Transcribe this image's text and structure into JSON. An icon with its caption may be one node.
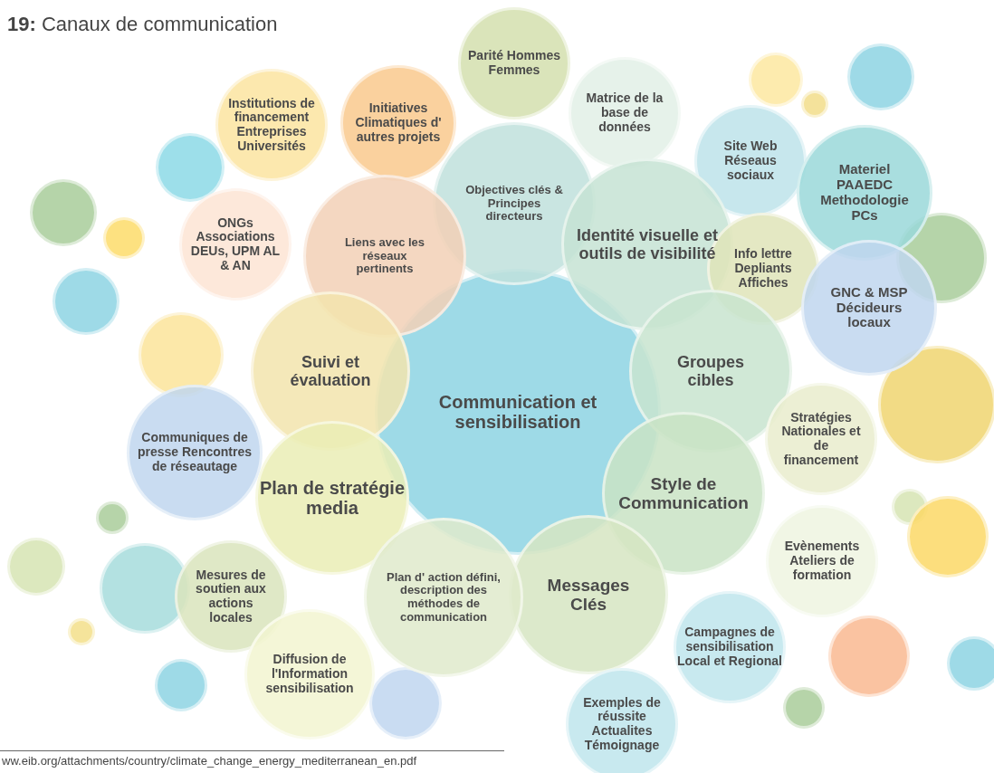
{
  "diagram": {
    "title": "**19:** Canaux de communication",
    "nodes": [
      {
        "text": [
          "Parité Hommes Femmes"
        ]
      },
      {
        "text": [],
        "shape": "circle"
      },
      {
        "text": [],
        "shape": "circle"
      },
      {
        "text": [],
        "shape": "circle"
      },
      {
        "text": [
          "Matrice de la base de données"
        ]
      },
      {
        "text": [
          "Initiatives Climatiques d' autres projets"
        ]
      },
      {
        "text": [
          "Institutions de financement Entreprises Universités"
        ]
      },
      {
        "text": [
          "Site Web Réseaus sociaux"
        ]
      },
      {
        "text": [],
        "shape": "circle"
      },
      {
        "text": [
          "Materiel PAAEDC Methodologie PCs"
        ]
      },
      {
        "text": [
          "Objectives clés & Principes directeurs"
        ]
      },
      {
        "text": [],
        "shape": "circle"
      },
      {
        "text": [],
        "shape": "circle"
      },
      {
        "text": [
          "Identité visuelle et outils de visibilité"
        ]
      },
      {
        "text": [
          "ONGs Associations DEUs, UPM AL & AN"
        ]
      },
      {
        "text": [
          "Liens avec les réseaux pertinents"
        ]
      },
      {
        "text": [],
        "shape": "circle"
      },
      {
        "text": [
          "Info lettre Depliants Affiches"
        ]
      },
      {
        "text": [],
        "shape": "circle"
      },
      {
        "text": [
          "GNC & MSP Décideurs locaux"
        ]
      },
      {
        "text": [],
        "shape": "circle"
      },
      {
        "text": [
          "Suivi et évaluation"
        ]
      },
      {
        "text": [
          "Groupes cibles"
        ]
      },
      {
        "text": [],
        "shape": "circle"
      },
      {
        "text": [
          "Communication et sensibilisation"
        ]
      },
      {
        "text": [
          "Stratégies Nationales et de financement"
        ]
      },
      {
        "text": [
          "Communiques de presse Rencontres de réseautage"
        ]
      },
      {
        "text": [
          "Style de Communication"
        ]
      },
      {
        "text": [
          "Plan de stratégie media"
        ]
      },
      {
        "text": [],
        "shape": "circle"
      },
      {
        "text": [],
        "shape": "circle"
      },
      {
        "text": [],
        "shape": "circle"
      },
      {
        "text": [
          "Evènements Ateliers de formation"
        ]
      },
      {
        "text": [],
        "shape": "circle"
      },
      {
        "text": [],
        "shape": "circle"
      },
      {
        "text": [
          "Messages Clés"
        ]
      },
      {
        "text": [
          "Mesures de soutien aux actions locales"
        ]
      },
      {
        "text": [
          "Plan d' action défini, description des méthodes de communication"
        ]
      },
      {
        "text": [],
        "shape": "circle"
      },
      {
        "text": [
          "Campagnes de sensibilisation Local et Regional"
        ]
      },
      {
        "text": [],
        "shape": "circle"
      },
      {
        "text": [],
        "shape": "circle"
      },
      {
        "text": [
          "Diffusion de l'Information sensibilisation"
        ]
      },
      {
        "text": [],
        "shape": "circle"
      },
      {
        "text": [],
        "shape": "circle"
      },
      {
        "text": [],
        "shape": "circle"
      },
      {
        "text": [
          "Exemples de réussite Actualites Témoignage"
        ]
      }
    ],
    "labels": [
      "ww.eib.org/attachments/country/climate_change_energy_mediterranean_en.pdf"
    ]
  }
}
